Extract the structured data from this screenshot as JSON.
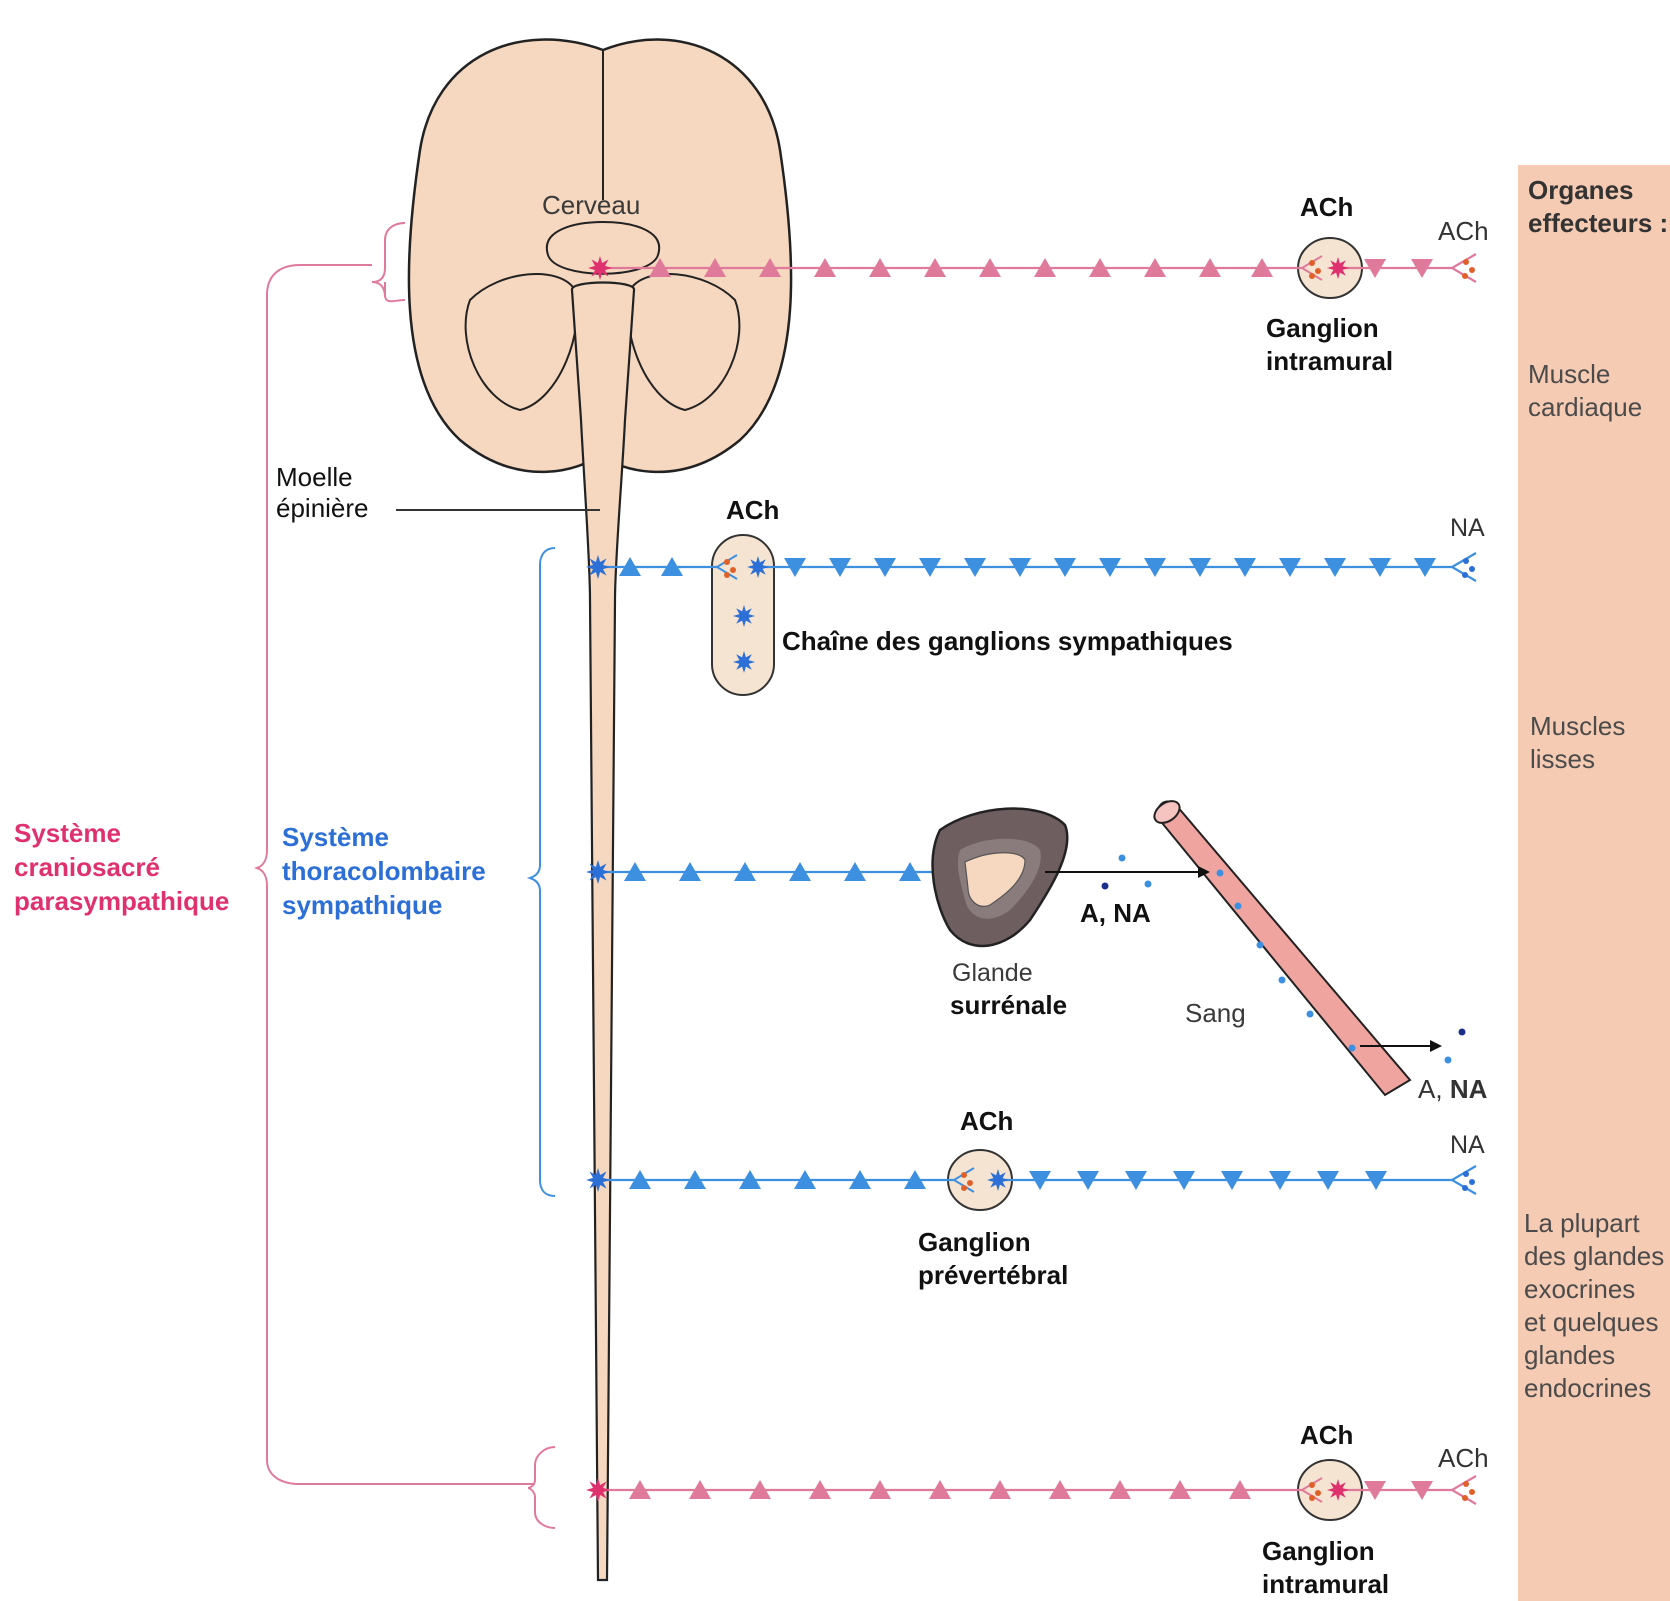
{
  "effectors": {
    "title_lines": [
      "Organes",
      "effecteurs :"
    ],
    "muscle_cardiac_lines": [
      "Muscle",
      "cardiaque"
    ],
    "smooth_muscle_lines": [
      "Muscles",
      "lisses"
    ],
    "glands_lines": [
      "La plupart",
      "des glandes",
      "exocrines",
      "et quelques",
      "glandes",
      "endocrines"
    ]
  },
  "labels": {
    "brain": "Cerveau",
    "spinal_cord_lines": [
      "Moelle",
      "épinière"
    ],
    "parasympathetic_lines": [
      "Système",
      "craniosacré",
      "parasympathique"
    ],
    "sympathetic_lines": [
      "Système",
      "thoracolombaire",
      "sympathique"
    ],
    "ganglion_intramural_top_lines": [
      "Ganglion",
      "intramural"
    ],
    "ganglion_intramural_bottom_lines": [
      "Ganglion",
      "intramural"
    ],
    "sympathetic_chain": "Chaîne des ganglions sympathiques",
    "prevertebral_lines": [
      "Ganglion",
      "prévertébral"
    ],
    "adrenal_line1": "Glande",
    "adrenal_line2": "surrénale",
    "blood": "Sang",
    "adrenal_release": "A, NA",
    "blood_release_a": "A,",
    "blood_release_na": "NA"
  },
  "neurotransmitters": {
    "ach": "ACh",
    "na": "NA"
  },
  "colors": {
    "parasympathetic": "#e0316f",
    "parasympathetic_fiber": "#e07a9b",
    "sympathetic": "#2c6fd6",
    "sympathetic_fiber": "#3d8fe0",
    "tissue": "#f6d7bf",
    "effector_panel": "#f6cbb4",
    "blood_vessel": "#f0a4a0"
  }
}
